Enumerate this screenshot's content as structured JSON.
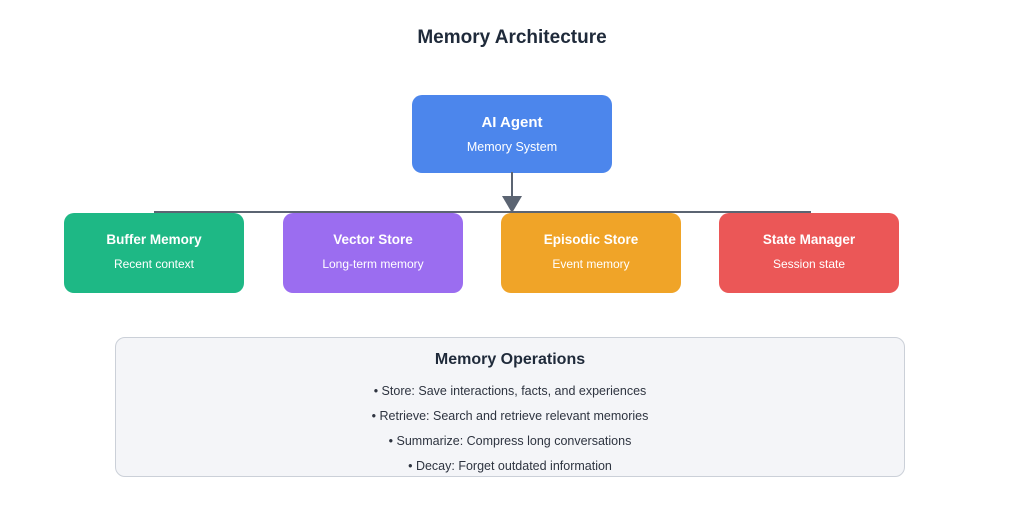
{
  "title": "Memory Architecture",
  "colors": {
    "connector": "#5b6472",
    "panel_background": "#f4f5f8",
    "panel_border": "#cbd0d8",
    "heading_text": "#1f2a3a"
  },
  "root_node": {
    "title": "AI Agent",
    "subtitle": "Memory System",
    "color": "#4c86ec"
  },
  "child_nodes": [
    {
      "title": "Buffer Memory",
      "subtitle": "Recent context",
      "color": "#1eb885"
    },
    {
      "title": "Vector Store",
      "subtitle": "Long-term memory",
      "color": "#9b6df0"
    },
    {
      "title": "Episodic Store",
      "subtitle": "Event memory",
      "color": "#f0a428"
    },
    {
      "title": "State Manager",
      "subtitle": "Session state",
      "color": "#eb5757"
    }
  ],
  "operations_panel": {
    "title": "Memory Operations",
    "items": [
      "• Store: Save interactions, facts, and experiences",
      "• Retrieve: Search and retrieve relevant memories",
      "• Summarize: Compress long conversations",
      "• Decay: Forget outdated information"
    ]
  }
}
